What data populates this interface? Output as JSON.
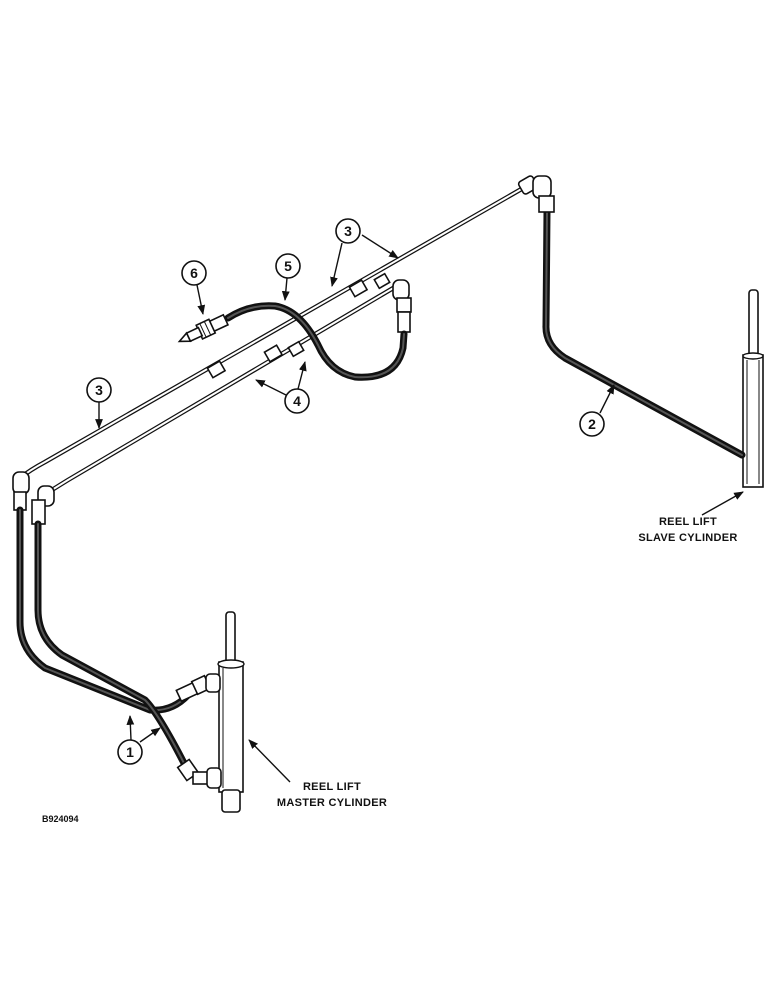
{
  "labels": {
    "slave_line1": "REEL LIFT",
    "slave_line2": "SLAVE CYLINDER",
    "master_line1": "REEL LIFT",
    "master_line2": "MASTER CYLINDER",
    "figure_code": "B924094"
  },
  "callouts": {
    "c1": "1",
    "c2": "2",
    "c3_top": "3",
    "c3_left": "3",
    "c4": "4",
    "c5": "5",
    "c6": "6"
  }
}
